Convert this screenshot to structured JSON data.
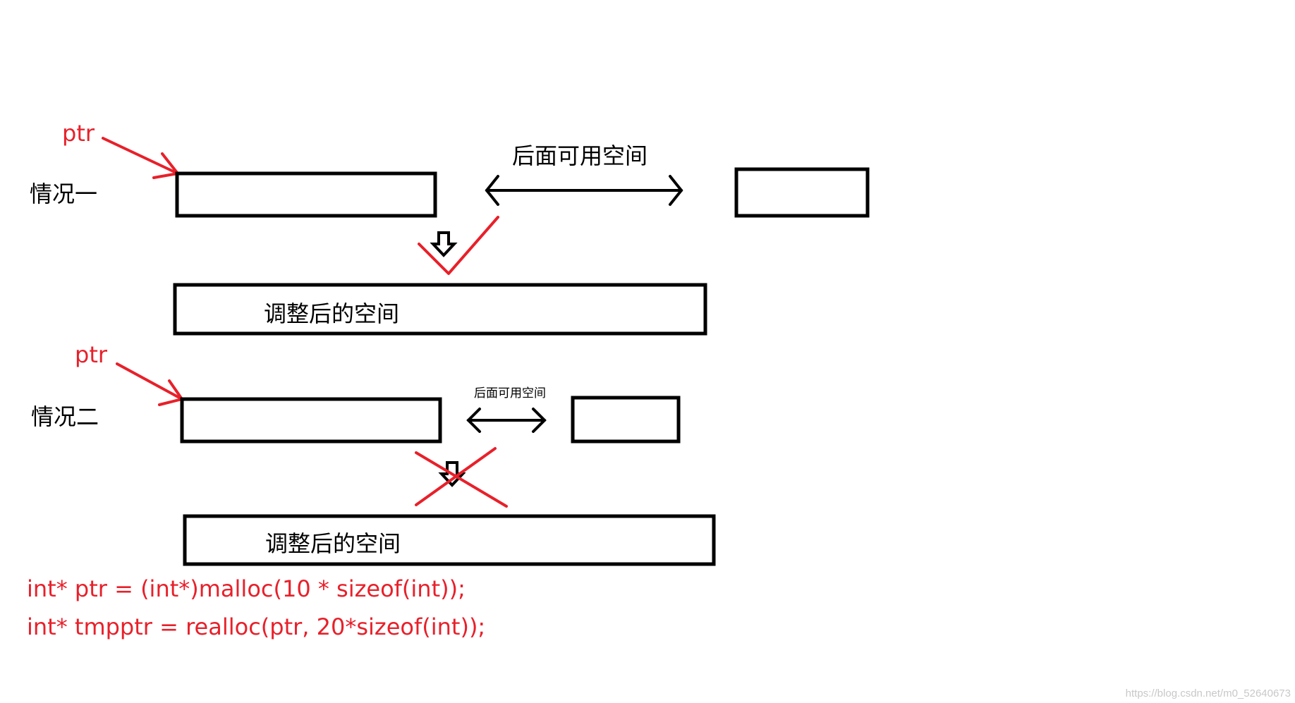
{
  "colors": {
    "red": "#e8202a",
    "black": "#000000",
    "watermark": "#c8c8c8"
  },
  "case_one": {
    "label": "情况一",
    "pointer_label": "ptr",
    "available_space_label": "后面可用空间",
    "result_label": "调整后的空间",
    "mark": "check-mark"
  },
  "case_two": {
    "label": "情况二",
    "pointer_label": "ptr",
    "available_space_label": "后面可用空间",
    "result_label": "调整后的空间",
    "mark": "cross-mark"
  },
  "code": {
    "line1": "int* ptr = (int*)malloc(10 * sizeof(int));",
    "line2": "int* tmpptr = realloc(ptr, 20*sizeof(int));"
  },
  "watermark": "https://blog.csdn.net/m0_52640673"
}
